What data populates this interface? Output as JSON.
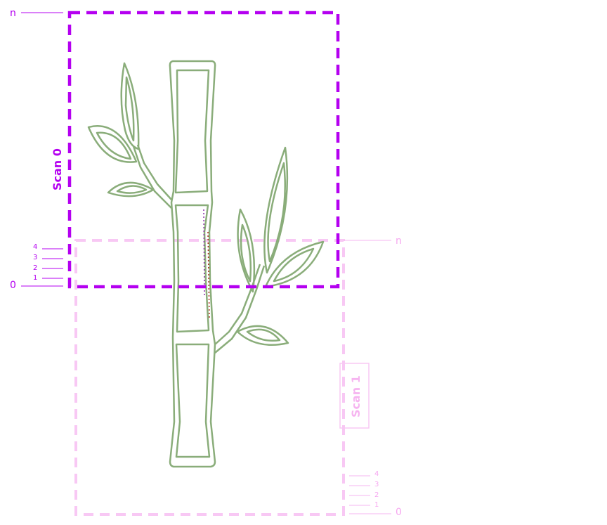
{
  "scan0": {
    "title": "Scan 0",
    "top_label": "n",
    "bottom_label": "0",
    "row_labels": [
      "4",
      "3",
      "2",
      "1"
    ],
    "color": "#b400f0"
  },
  "scan1": {
    "title": "Scan 1",
    "top_label": "n",
    "bottom_label": "0",
    "row_labels": [
      "4",
      "3",
      "2",
      "1"
    ],
    "color": "#f6a8f0"
  },
  "illustration": {
    "subject": "bamboo-outline",
    "stroke_color": "#8aad7a"
  }
}
